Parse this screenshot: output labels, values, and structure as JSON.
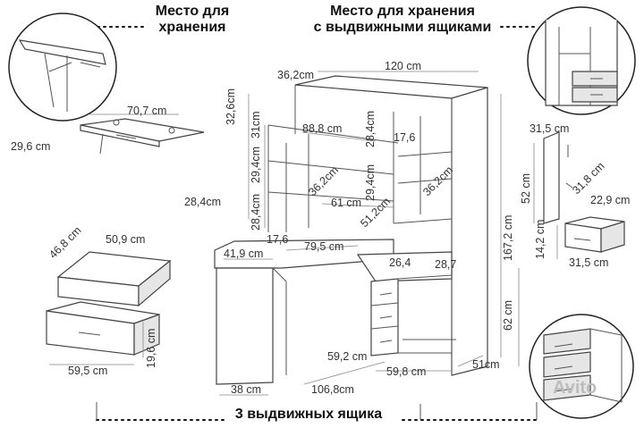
{
  "captions": {
    "storage": "Место для\nхранения",
    "storage_drawers": "Место для хранения\nс выдвижными ящиками",
    "three_drawers": "3 выдвижных ящика"
  },
  "dimensions": {
    "d_36_2_top": "36,2cm",
    "d_120": "120 cm",
    "d_32_6": "32,6cm",
    "d_31": "31cm",
    "d_88_8": "88,8 cm",
    "d_28_4_v": "28,4cm",
    "d_17_6_a": "17,6",
    "d_29_4_a": "29,4cm",
    "d_36_2_b": "36,2cm",
    "d_29_4_b": "29,4cm",
    "d_36_2_c": "36,2cm",
    "d_61": "61 cm",
    "d_28_4_h": "28,4cm",
    "d_28_4_v2": "28,4cm",
    "d_51_2": "51,2cm",
    "d_17_6_b": "17,6",
    "d_41_9": "41,9 cm",
    "d_79_5": "79,5 cm",
    "d_26_4": "26,4",
    "d_28_7": "28,7",
    "d_167_2": "167,2 cm",
    "d_62": "62 cm",
    "d_59_2": "59,2 cm",
    "d_59_8": "59,8 cm",
    "d_51": "51cm",
    "d_38": "38 cm",
    "d_106_8": "106,8cm",
    "d_70_7": "70,7 cm",
    "d_29_6": "29,6 cm",
    "d_46_8": "46,8 cm",
    "d_50_9": "50,9 cm",
    "d_59_5": "59,5 cm",
    "d_19_6": "19,6 cm",
    "d_31_5_a": "31,5 cm",
    "d_52": "52 cm",
    "d_31_8": "31,8 cm",
    "d_22_9": "22,9 cm",
    "d_14_2": "14,2 cm",
    "d_31_5_b": "31,5 cm"
  },
  "watermark": "Avito"
}
